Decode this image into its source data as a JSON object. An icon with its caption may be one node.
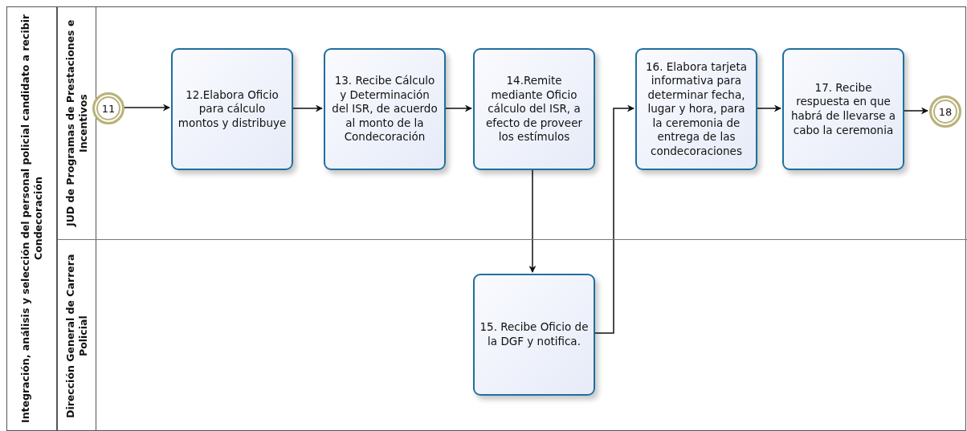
{
  "diagram": {
    "nodes": [
      {
        "text": [
          "Integración, análisis y selección del personal policial candidato a recibir Condecoración"
        ]
      },
      {
        "text": [
          "JUD de Programas de Prestaciones e Incentivos"
        ],
        "in": 0
      },
      {
        "text": [
          "Dirección General de Carrera Policial"
        ],
        "in": 0
      },
      {
        "text": [
          "11"
        ],
        "in": 1
      },
      {
        "text": [
          "12.Elabora Oficio para cálculo montos y distribuye"
        ],
        "in": 1
      },
      {
        "text": [
          "13. Recibe Cálculo y Determinación del ISR, de acuerdo al monto de la Condecoración"
        ],
        "in": 1
      },
      {
        "text": [
          "14.Remite mediante Oficio cálculo del ISR, a efecto de proveer los estímulos"
        ],
        "in": 1
      },
      {
        "text": [
          "15. Recibe Oficio de la DGF y notifica."
        ],
        "in": 2
      },
      {
        "text": [
          "16. Elabora tarjeta informativa para determinar fecha, lugar y hora, para la ceremonia de entrega de las condecoraciones"
        ],
        "in": 1
      },
      {
        "text": [
          "17. Recibe respuesta en que habrá de llevarse a cabo la ceremonia"
        ],
        "in": 1
      },
      {
        "text": [
          "18"
        ],
        "in": 1
      }
    ],
    "edges": [
      {
        "from": 3,
        "to": 4,
        "arrow": "to"
      },
      {
        "from": 4,
        "to": 5,
        "arrow": "to"
      },
      {
        "from": 5,
        "to": 6,
        "arrow": "to"
      },
      {
        "from": 6,
        "to": 7,
        "arrow": "to"
      },
      {
        "from": 7,
        "to": 8,
        "arrow": "to"
      },
      {
        "from": 8,
        "to": 9,
        "arrow": "to"
      },
      {
        "from": 9,
        "to": 10,
        "arrow": "to"
      }
    ]
  }
}
